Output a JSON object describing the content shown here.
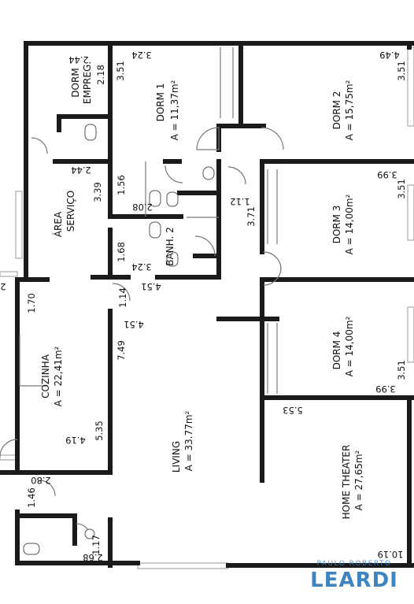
{
  "rooms": {
    "dorm_empreg": {
      "name_line1": "DORM",
      "name_line2": "EMPREG.",
      "dim_w": "2.44",
      "dim_h": "2.18"
    },
    "dorm1": {
      "name": "DORM 1",
      "area": "A = 11,37m²",
      "dim_w": "3.24",
      "dim_h": "3.51"
    },
    "dorm2": {
      "name": "DORM 2",
      "area": "A = 15,75m²",
      "dim_w": "4.49",
      "dim_h": "3.51"
    },
    "dorm3": {
      "name": "DORM 3",
      "area": "A = 14,00m²",
      "dim_w": "3.99",
      "dim_h": "3.51"
    },
    "dorm4": {
      "name": "DORM 4",
      "area": "A = 14,00m²",
      "dim_w": "3.99",
      "dim_h": "3.51"
    },
    "area_servico": {
      "name_line1": "ÁREA",
      "name_line2": "SERVIÇO",
      "dim_w": "2.44",
      "dim_h": "3.39"
    },
    "banh1": {
      "dim_w": "2.08",
      "dim_h": "1.56"
    },
    "banh2": {
      "name": "BANH. 2",
      "dim_w": "3.24",
      "dim_h": "1.68"
    },
    "hall": {
      "dim_w": "1.12",
      "dim_h": "3.71"
    },
    "hall2": {
      "dim_w": "4.51",
      "dim_h": "1.14"
    },
    "cozinha": {
      "name": "COZINHA",
      "area": "A = 22,41m²",
      "dim_w": "4.19",
      "dim_h": "5.35",
      "dim_side": "1.70",
      "dim_edge": "2"
    },
    "living": {
      "name": "LIVING",
      "area": "A = 33.77m²",
      "dim_w": "4.51",
      "dim_h": "7.49"
    },
    "home_theater": {
      "name": "HOME THEATER",
      "area": "A = 27,65m²",
      "dim_w": "5.53",
      "dim_w2": "10.19"
    },
    "lavabo": {
      "dim_w": "2.80",
      "dim_h": "1.46"
    },
    "wc": {
      "dim_w": "2.68",
      "dim_h": "1.17"
    }
  },
  "brand": {
    "top": "PAULO ROBERTO",
    "main": "LEARDI"
  },
  "colors": {
    "wall": "#1a1a1a",
    "brand": "#1f6fb2"
  }
}
